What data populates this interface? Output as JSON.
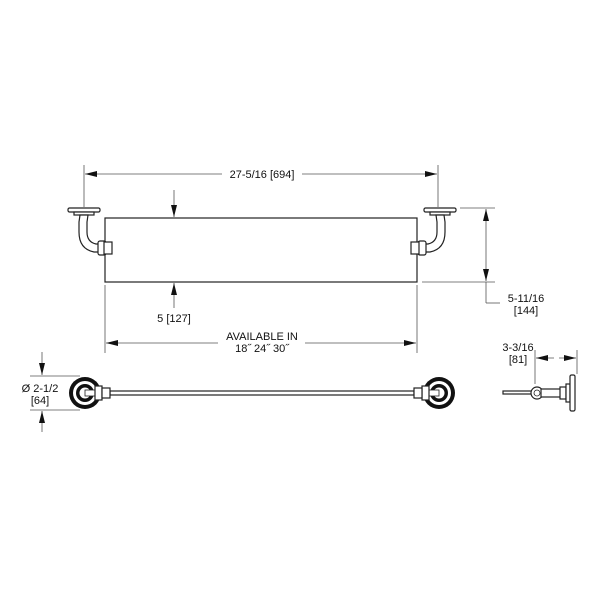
{
  "drawing": {
    "title": "Glass shelf with L-brackets - dimensional drawing",
    "colors": {
      "line": "#222222",
      "dimension_line": "#555555",
      "background": "#ffffff"
    },
    "dimensions": {
      "overall_width": {
        "label": "27-5/16  [694]"
      },
      "shelf_depth": {
        "label": "5  [127]"
      },
      "projection": {
        "line1": "5-11/16",
        "line2": "[144]"
      },
      "available_lengths": {
        "line1": "AVAILABLE IN",
        "line2": "18˝   24˝   30˝"
      },
      "rosette_diameter": {
        "line1": "Ø 2-1/2",
        "line2": "[64]"
      },
      "side_depth": {
        "line1": "3-3/16",
        "line2": "[81]"
      }
    },
    "views": [
      {
        "name": "top-view",
        "description": "shelf with two brackets"
      },
      {
        "name": "front-view",
        "description": "bar with two round rosettes"
      },
      {
        "name": "side-view",
        "description": "bracket side profile"
      }
    ]
  }
}
